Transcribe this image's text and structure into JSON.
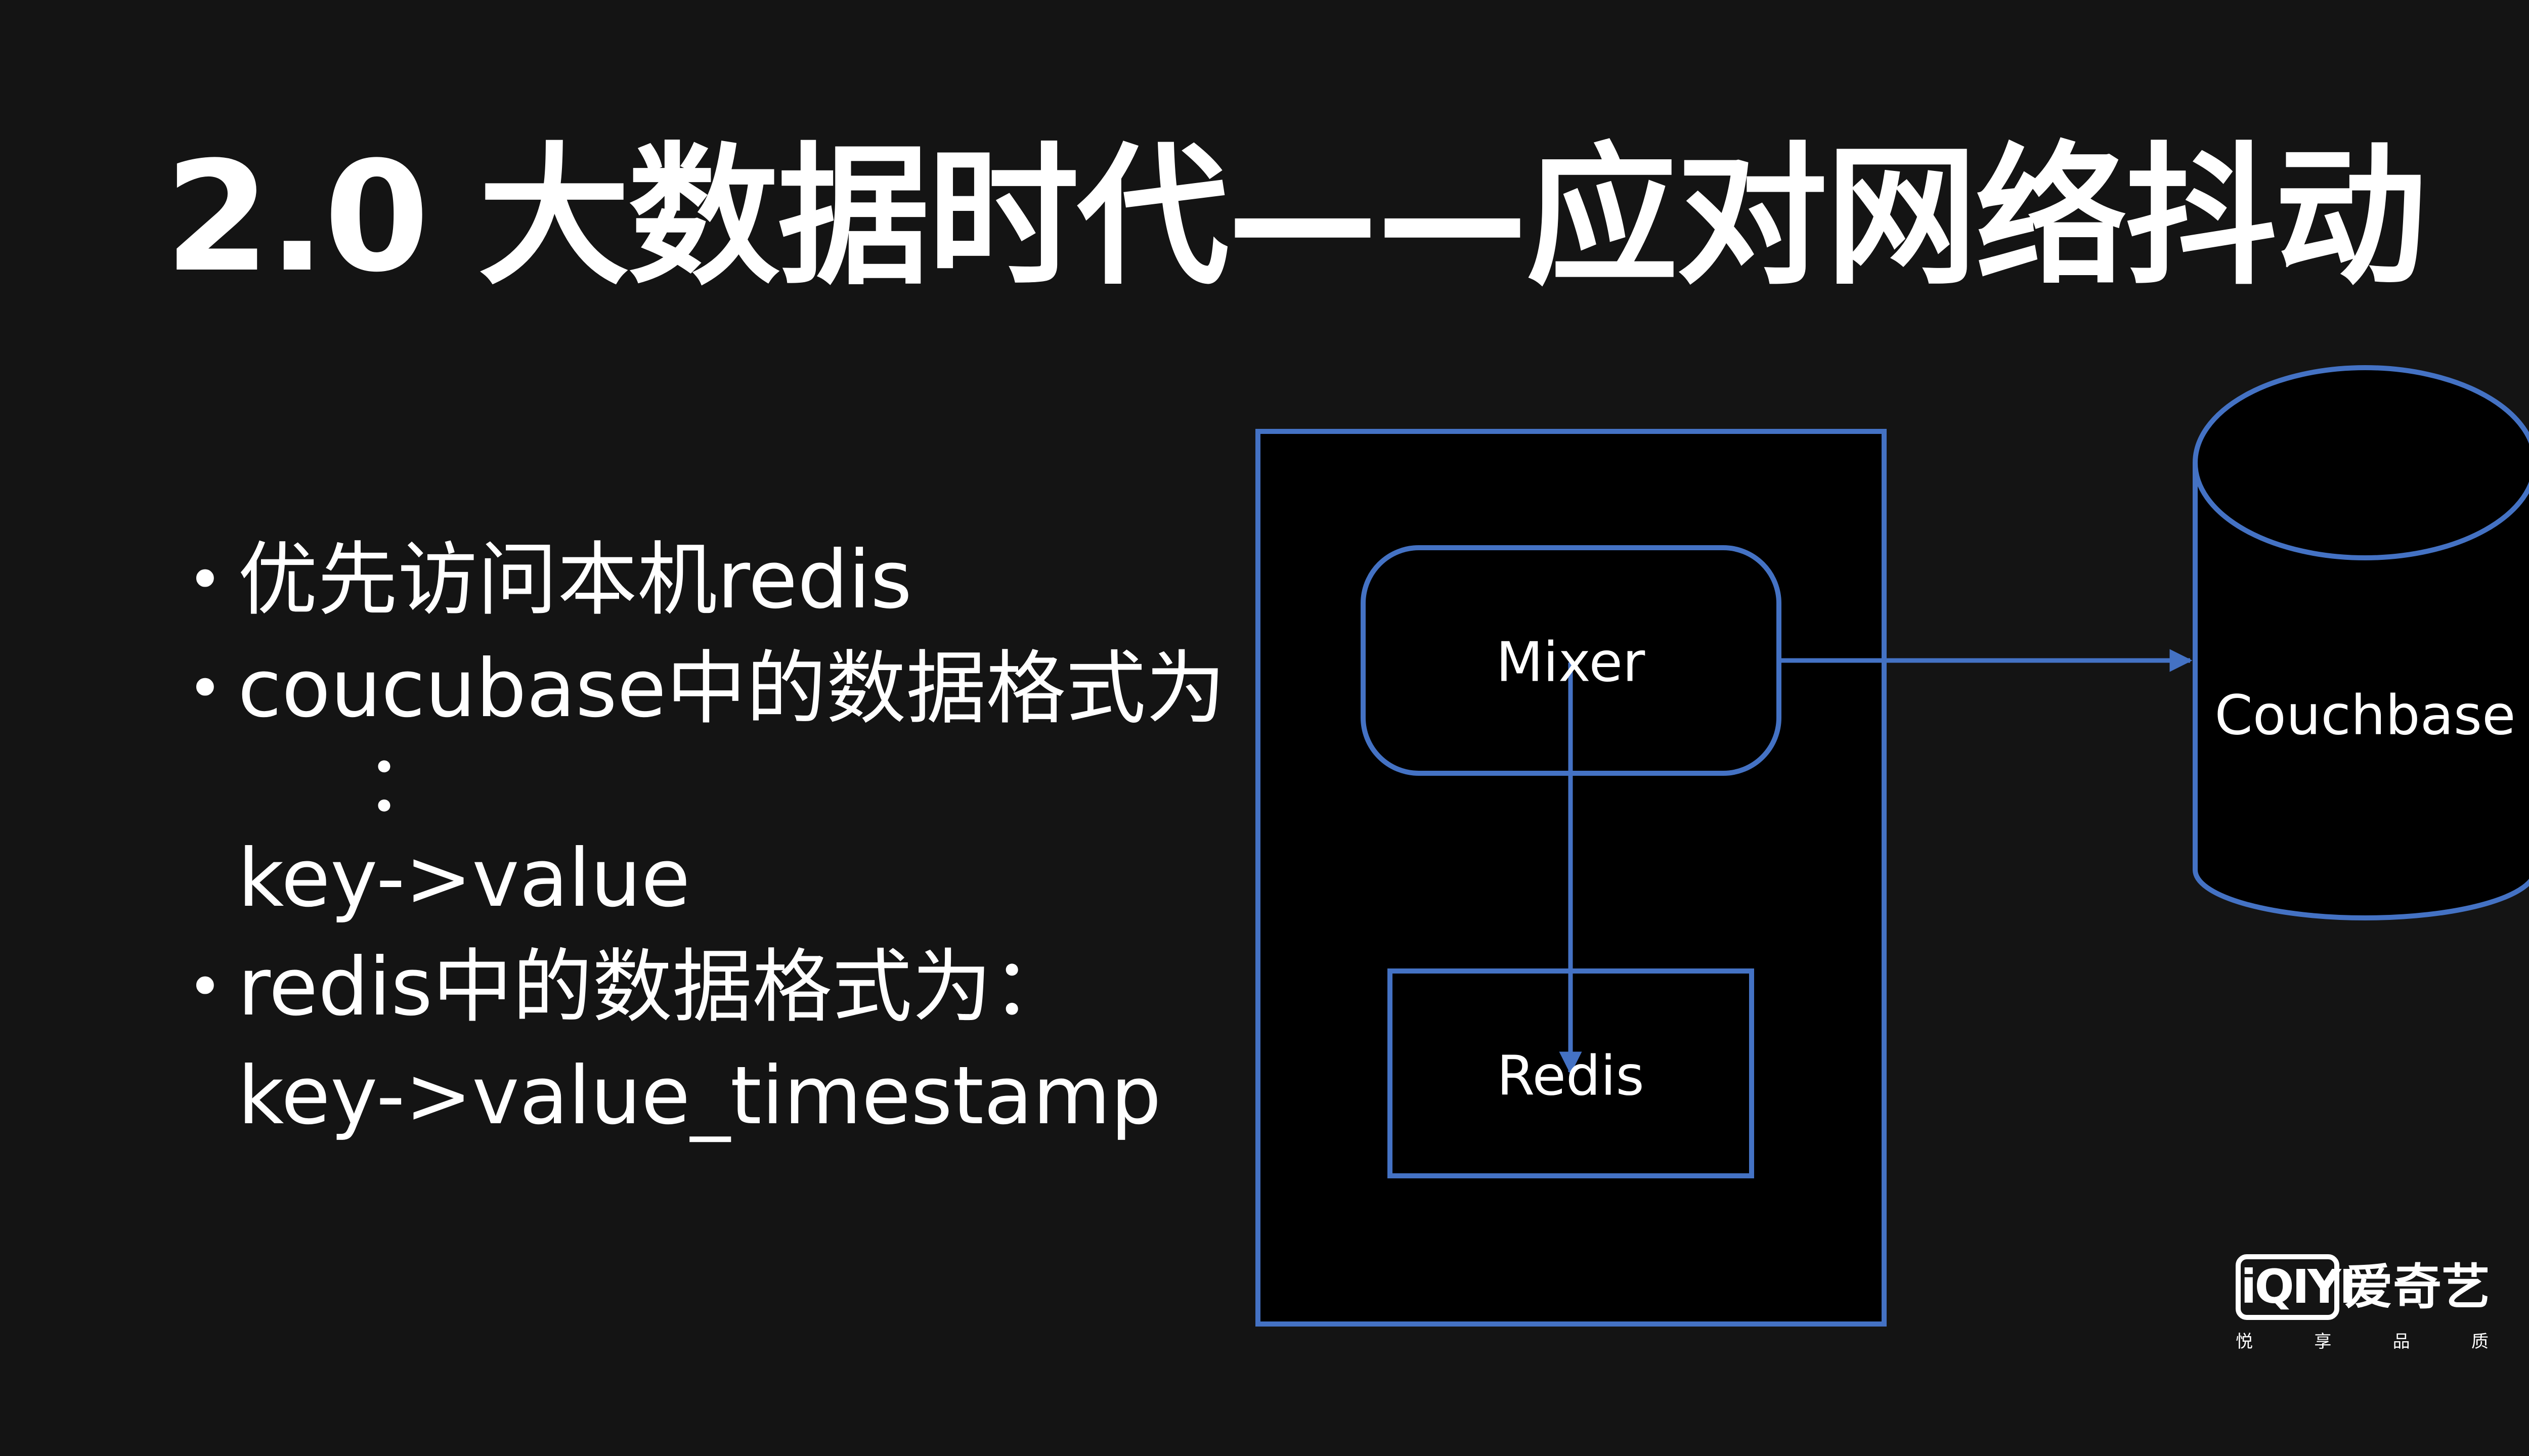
{
  "title": "2.0 大数据时代——应对网络抖动",
  "bullets": {
    "item1": "优先访问本机redis",
    "item2_line1": "coucubase中的数据格式为",
    "item2_line2": "：",
    "item2_line3": "key->value",
    "item3_line1": "redis中的数据格式为：",
    "item3_line2": "key->value_timestamp",
    "bullet_symbol": "•"
  },
  "diagram": {
    "mixer_label": "Mixer",
    "redis_label": "Redis",
    "couchbase_label": "Couchbase",
    "stroke_color": "#4472c4",
    "fill_color": "#000000"
  },
  "logo": {
    "mark": "iQIYI",
    "name": "爱奇艺",
    "slogan": [
      "悦",
      "享",
      "品",
      "质"
    ]
  }
}
